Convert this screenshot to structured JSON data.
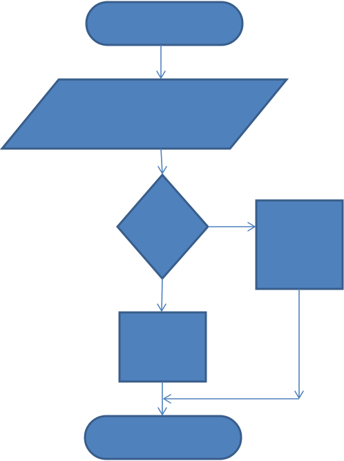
{
  "diagram": {
    "type": "flowchart",
    "colors": {
      "shape_fill": "#4f81bd",
      "shape_stroke": "#385d8a",
      "connector": "#4f81bd",
      "background": "#ffffff"
    },
    "nodes": [
      {
        "id": "start",
        "shape": "terminator",
        "label": ""
      },
      {
        "id": "input",
        "shape": "parallelogram",
        "label": ""
      },
      {
        "id": "decision",
        "shape": "diamond",
        "label": ""
      },
      {
        "id": "process-right",
        "shape": "rectangle",
        "label": ""
      },
      {
        "id": "process-down",
        "shape": "rectangle",
        "label": ""
      },
      {
        "id": "end",
        "shape": "terminator",
        "label": ""
      }
    ],
    "edges": [
      {
        "from": "start",
        "to": "input"
      },
      {
        "from": "input",
        "to": "decision"
      },
      {
        "from": "decision",
        "to": "process-right"
      },
      {
        "from": "decision",
        "to": "process-down"
      },
      {
        "from": "process-down",
        "to": "end"
      },
      {
        "from": "process-right",
        "to": "end"
      }
    ]
  }
}
